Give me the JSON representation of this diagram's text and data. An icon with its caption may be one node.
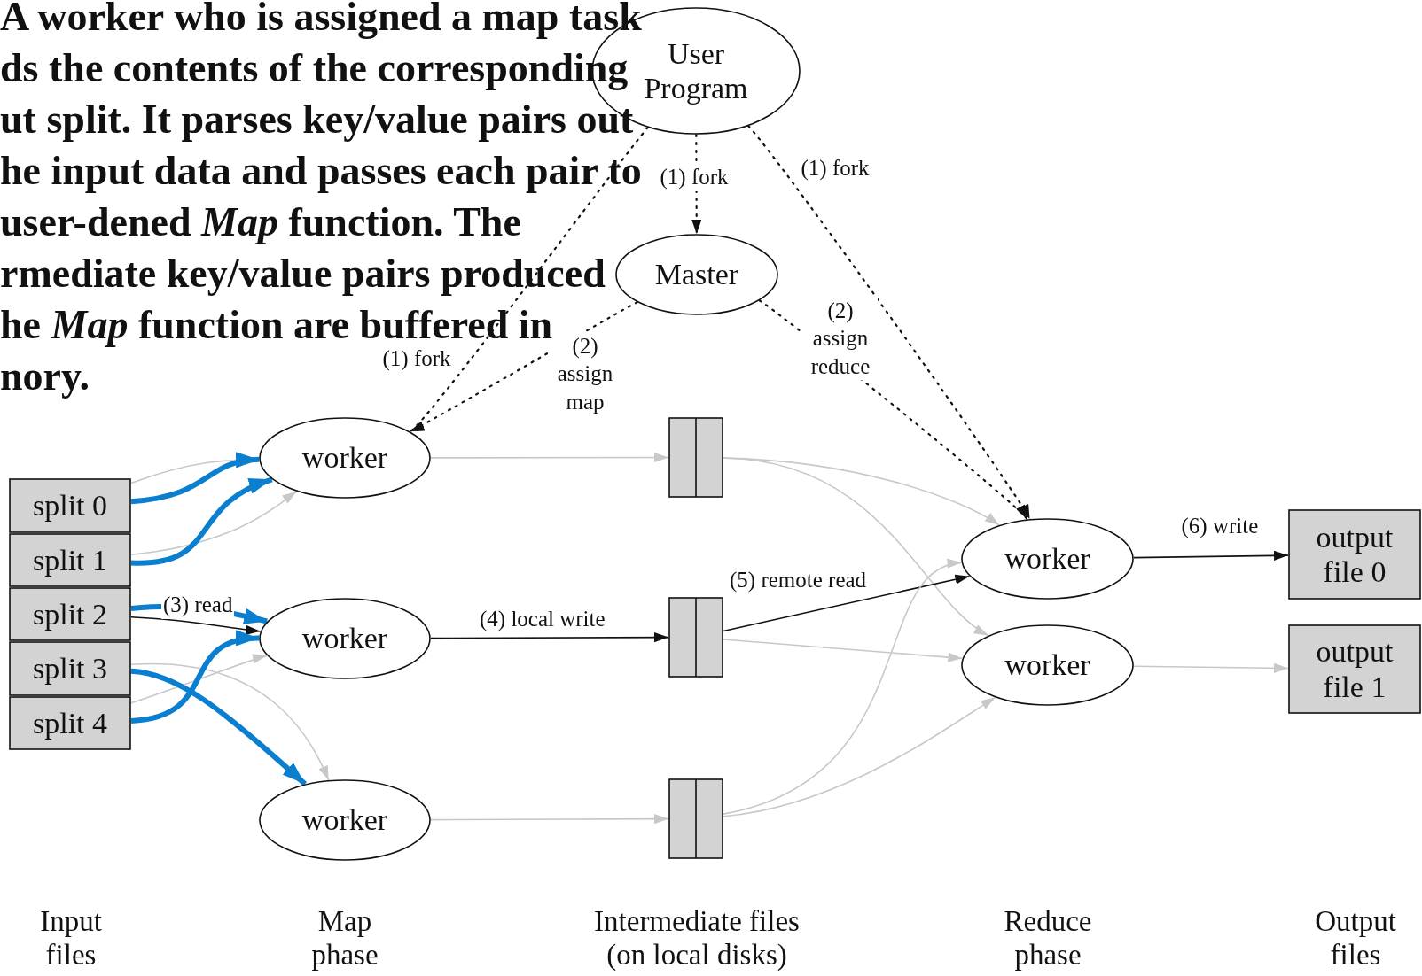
{
  "diagram": {
    "nodes": [
      {
        "text": [
          "User Program"
        ]
      },
      {
        "text": [
          "Master"
        ]
      },
      {
        "text": [
          "split 0"
        ]
      },
      {
        "text": [
          "split 1"
        ]
      },
      {
        "text": [
          "split 2"
        ]
      },
      {
        "text": [
          "split 3"
        ]
      },
      {
        "text": [
          "split 4"
        ]
      },
      {
        "text": [
          "worker"
        ]
      },
      {
        "text": [
          "worker"
        ]
      },
      {
        "text": [
          "worker"
        ]
      },
      {
        "text": [],
        "shape": "box"
      },
      {
        "text": [],
        "shape": "box"
      },
      {
        "text": [],
        "shape": "box"
      },
      {
        "text": [
          "worker"
        ]
      },
      {
        "text": [
          "worker"
        ]
      },
      {
        "text": [
          "output file 0"
        ]
      },
      {
        "text": [
          "output file 1"
        ]
      }
    ],
    "edges": [
      {
        "from": 0,
        "to": 7,
        "arrow": "to",
        "label": "(1) fork",
        "style": "dashed",
        "color": "#111111"
      },
      {
        "from": 0,
        "to": 1,
        "arrow": "to",
        "label": "(1) fork",
        "style": "dashed",
        "color": "#111111"
      },
      {
        "from": 0,
        "to": 13,
        "arrow": "to",
        "label": "(1) fork",
        "style": "dashed",
        "color": "#111111"
      },
      {
        "from": 1,
        "to": 7,
        "arrow": "to",
        "label": "(2) assign map",
        "style": "dashed",
        "color": "#111111"
      },
      {
        "from": 1,
        "to": 13,
        "arrow": "to",
        "label": "(2) assign reduce",
        "style": "dashed",
        "color": "#111111"
      },
      {
        "from": 2,
        "to": 7,
        "arrow": "to"
      },
      {
        "from": 3,
        "to": 7,
        "arrow": "to"
      },
      {
        "from": 4,
        "to": 8,
        "arrow": "to",
        "label": "(3) read",
        "color": "#111111"
      },
      {
        "from": 6,
        "to": 8,
        "arrow": "to"
      },
      {
        "from": 5,
        "to": 9,
        "arrow": "to"
      },
      {
        "from": 2,
        "to": 7,
        "arrow": "to",
        "style": "thick",
        "color": "#0a7fd0"
      },
      {
        "from": 3,
        "to": 7,
        "arrow": "to",
        "style": "thick",
        "color": "#0a7fd0"
      },
      {
        "from": 4,
        "to": 8,
        "arrow": "to",
        "style": "thick",
        "color": "#0a7fd0"
      },
      {
        "from": 6,
        "to": 8,
        "arrow": "to",
        "style": "thick",
        "color": "#0a7fd0"
      },
      {
        "from": 5,
        "to": 9,
        "arrow": "to",
        "style": "thick",
        "color": "#0a7fd0"
      },
      {
        "from": 7,
        "to": 10,
        "arrow": "to"
      },
      {
        "from": 8,
        "to": 11,
        "arrow": "to",
        "label": "(4) local write",
        "color": "#111111"
      },
      {
        "from": 9,
        "to": 12,
        "arrow": "to"
      },
      {
        "from": 10,
        "to": 13,
        "arrow": "to"
      },
      {
        "from": 10,
        "to": 14,
        "arrow": "to"
      },
      {
        "from": 11,
        "to": 13,
        "arrow": "to",
        "label": "(5) remote read",
        "color": "#111111"
      },
      {
        "from": 11,
        "to": 14,
        "arrow": "to"
      },
      {
        "from": 12,
        "to": 13,
        "arrow": "to"
      },
      {
        "from": 12,
        "to": 14,
        "arrow": "to"
      },
      {
        "from": 13,
        "to": 15,
        "arrow": "to",
        "label": "(6) write",
        "color": "#111111"
      },
      {
        "from": 14,
        "to": 16,
        "arrow": "to"
      }
    ],
    "labels": [
      "A worker who is assigned a map task",
      "ds the contents of the corresponding",
      "ut split. It parses key/value pairs out",
      "he input data and passes each pair to",
      "user-dened *Map* function. The",
      "rmediate key/value pairs produced",
      "he *Map* function are buffered in",
      "nory.",
      "Input files",
      "Map phase",
      "Intermediate files (on local disks)",
      "Reduce phase",
      "Output files"
    ]
  }
}
